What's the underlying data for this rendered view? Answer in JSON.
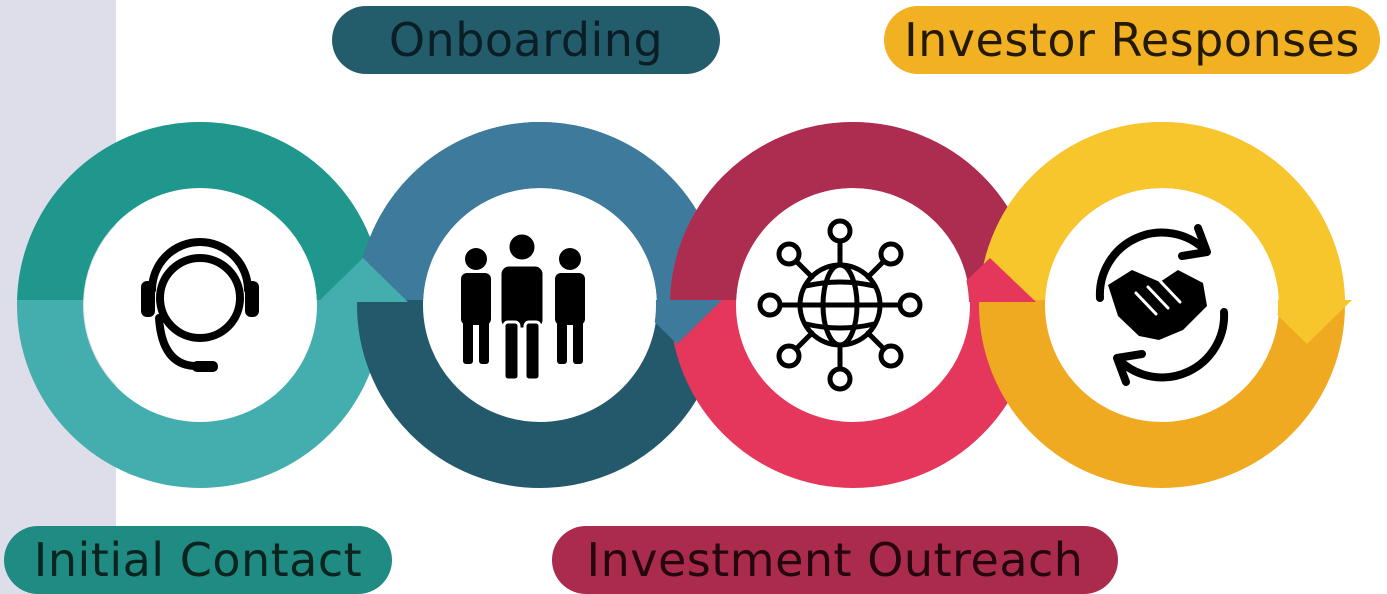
{
  "stages": [
    {
      "id": "initial-contact",
      "label": "Initial Contact",
      "icon": "headset-icon",
      "colors": {
        "ring_top": "#1f978c",
        "ring_bottom": "#44aeae",
        "pill": "#208b82"
      }
    },
    {
      "id": "onboarding",
      "label": "Onboarding",
      "icon": "people-group-icon",
      "colors": {
        "ring_top": "#3e7a9c",
        "ring_bottom": "#24596b",
        "pill": "#235d6c"
      }
    },
    {
      "id": "investment-outreach",
      "label": "Investment Outreach",
      "icon": "globe-network-icon",
      "colors": {
        "ring_top": "#ac2d4f",
        "ring_bottom": "#e4375b",
        "pill": "#ab2b4d"
      }
    },
    {
      "id": "investor-responses",
      "label": "Investor Responses",
      "icon": "handshake-cycle-icon",
      "colors": {
        "ring_top": "#f7c52c",
        "ring_bottom": "#efaa21",
        "pill": "#f2b123"
      }
    }
  ],
  "background_strip_color": "#dedeea"
}
